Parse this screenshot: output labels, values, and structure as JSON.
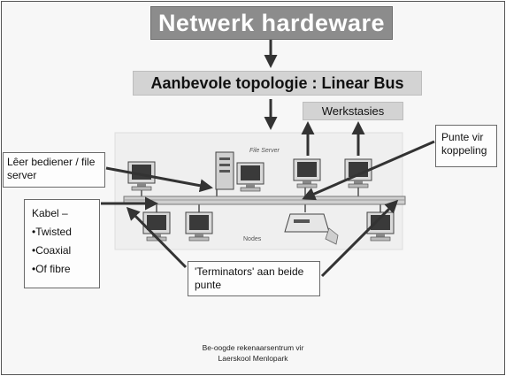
{
  "slide": {
    "title": "Netwerk hardeware",
    "topology_label": "Aanbevole topologie  :  Linear Bus",
    "workstations_label": "Werkstasies",
    "server_label": "Lêer bediener / file server",
    "coupling_label": "Punte vir koppeling",
    "cable": {
      "heading": "Kabel –",
      "items": [
        "•Twisted",
        "•Coaxial",
        "•Of fibre"
      ]
    },
    "terminators_label": "'Terminators' aan beide punte",
    "diagram": {
      "file_server_caption": "File Server",
      "nodes_caption": "Nodes"
    },
    "footer": {
      "line1": "Be-oogde rekenaarsentrum vir",
      "line2": "Laerskool Menlopark"
    }
  }
}
